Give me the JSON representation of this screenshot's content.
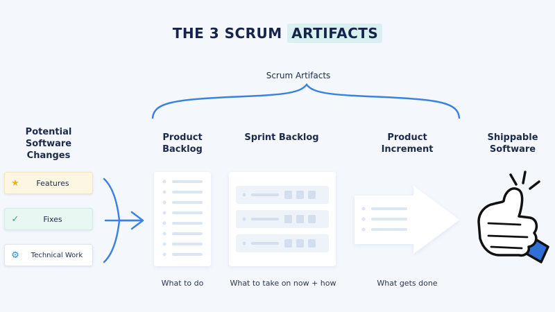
{
  "title": {
    "prefix": "THE 3 SCRUM",
    "highlight": "ARTIFACTS"
  },
  "brace_label": "Scrum Artifacts",
  "inputs": {
    "heading": "Potential Software Changes",
    "items": [
      {
        "label": "Features",
        "icon": "star-icon",
        "color": "#f2b21b"
      },
      {
        "label": "Fixes",
        "icon": "check-icon",
        "color": "#2fa37b"
      },
      {
        "label": "Technical Work",
        "icon": "gear-icon",
        "color": "#2e8bd6"
      }
    ]
  },
  "artifacts": [
    {
      "name": "Product Backlog",
      "caption": "What to do"
    },
    {
      "name": "Sprint Backlog",
      "caption": "What to take on now + how"
    },
    {
      "name": "Product Increment",
      "caption": "What gets done"
    }
  ],
  "output": {
    "name": "Shippable Software",
    "icon": "thumbs-up-icon"
  },
  "colors": {
    "accent": "#3b82e0",
    "highlight_bg": "#d8f1f0",
    "thumb_blue": "#2f6fd6"
  }
}
